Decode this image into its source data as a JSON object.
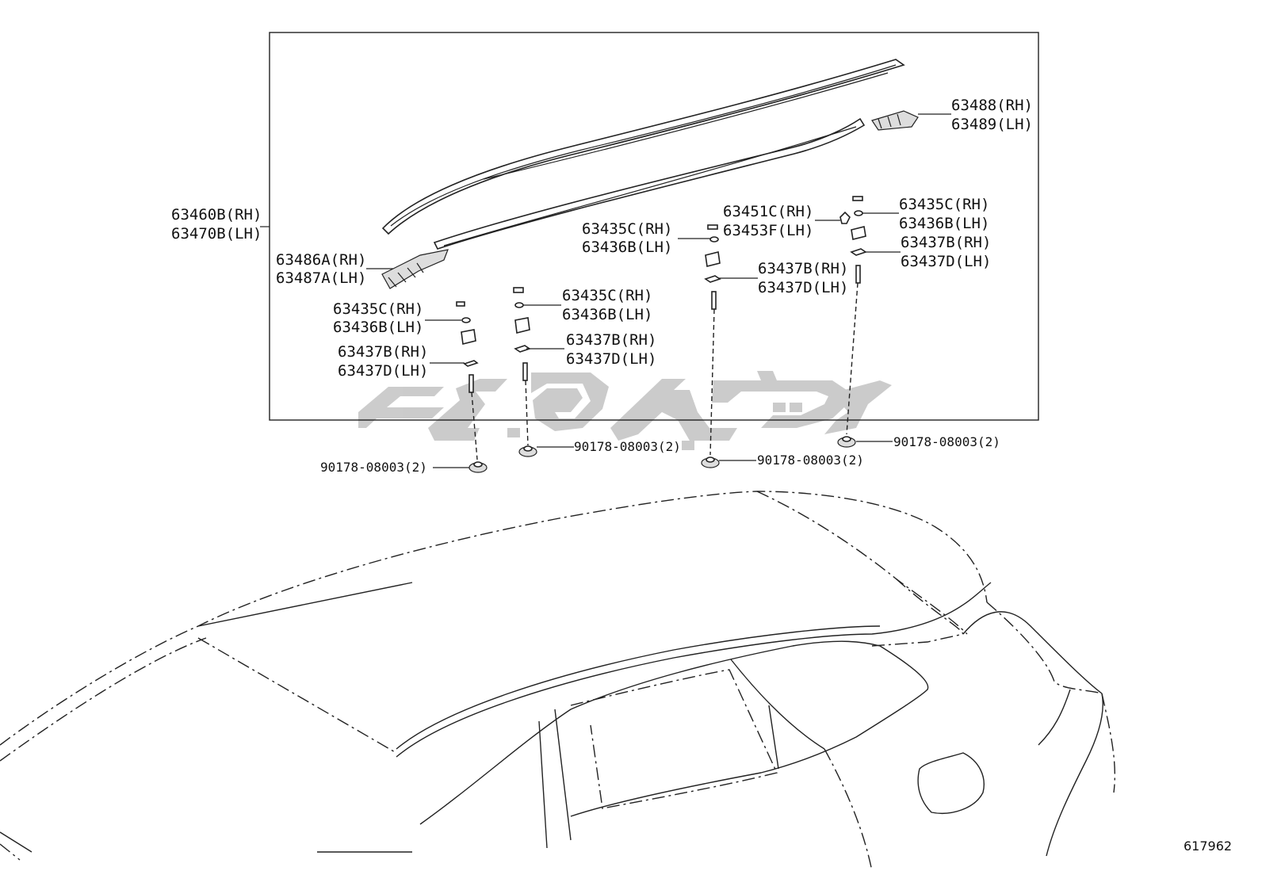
{
  "diagram": {
    "ref_number": "617962",
    "watermark_color": "#c6c6c6",
    "labels": {
      "roof_rail_rh": "63460B(RH)",
      "roof_rail_lh": "63470B(LH)",
      "end_cover_rear_rh": "63488(RH)",
      "end_cover_rear_lh": "63489(LH)",
      "end_cover_front_rh": "63486A(RH)",
      "end_cover_front_lh": "63487A(LH)",
      "bracket_c_rh": "63451C(RH)",
      "bracket_f_lh": "63453F(LH)",
      "set1_cushion_rh": "63435C(RH)",
      "set1_cushion_lh": "63436B(LH)",
      "set1_gasket_rh": "63437B(RH)",
      "set1_gasket_lh": "63437D(LH)",
      "set2_cushion_rh": "63435C(RH)",
      "set2_cushion_lh": "63436B(LH)",
      "set2_gasket_rh": "63437B(RH)",
      "set2_gasket_lh": "63437D(LH)",
      "set3_cushion_rh": "63435C(RH)",
      "set3_cushion_lh": "63436B(LH)",
      "set3_gasket_rh": "63437B(RH)",
      "set3_gasket_lh": "63437D(LH)",
      "set4_cushion_rh": "63435C(RH)",
      "set4_cushion_lh": "63436B(LH)",
      "set4_gasket_rh": "63437B(RH)",
      "set4_gasket_lh": "63437D(LH)",
      "nut1": "90178-08003(2)",
      "nut2": "90178-08003(2)",
      "nut3": "90178-08003(2)",
      "nut4": "90178-08003(2)"
    }
  }
}
